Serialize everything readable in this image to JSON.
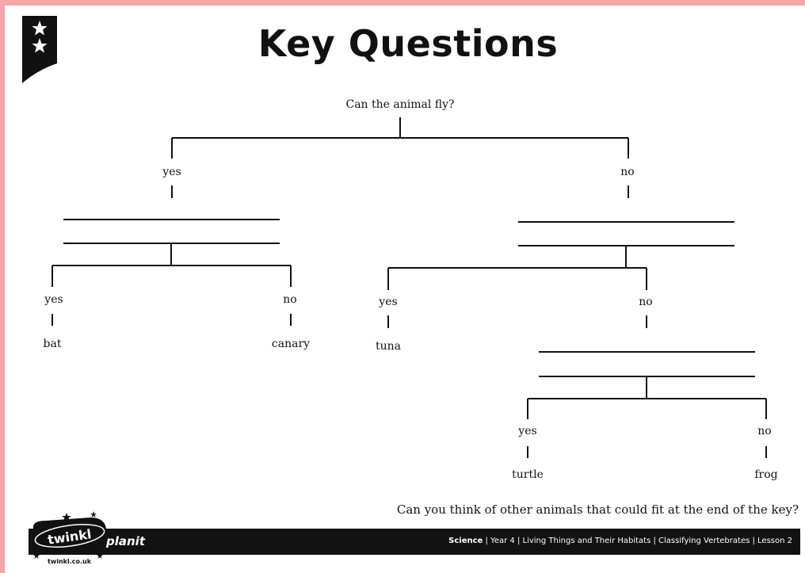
{
  "title": "Key Questions",
  "root_question": "Can the animal fly?",
  "branches": {
    "left_answer": "yes",
    "right_answer": "no",
    "left_yes": "yes",
    "left_no": "no",
    "bat": "bat",
    "canary": "canary",
    "right_yes": "yes",
    "right_no": "no",
    "tuna": "tuna",
    "sub_yes": "yes",
    "sub_no": "no",
    "turtle": "turtle",
    "frog": "frog"
  },
  "bottom_question": "Can you think of other animals that could fit at the end of the key?",
  "footer": {
    "brand": "twinkl",
    "product": "planit",
    "url": "twinkl.co.uk",
    "subject": "Science",
    "details": " | Year 4 | Living Things and Their Habitats | Classifying Vertebrates | Lesson 2"
  },
  "colors": {
    "border": "#f4a6a8",
    "ink": "#111111",
    "footer_bar": "#121212"
  }
}
